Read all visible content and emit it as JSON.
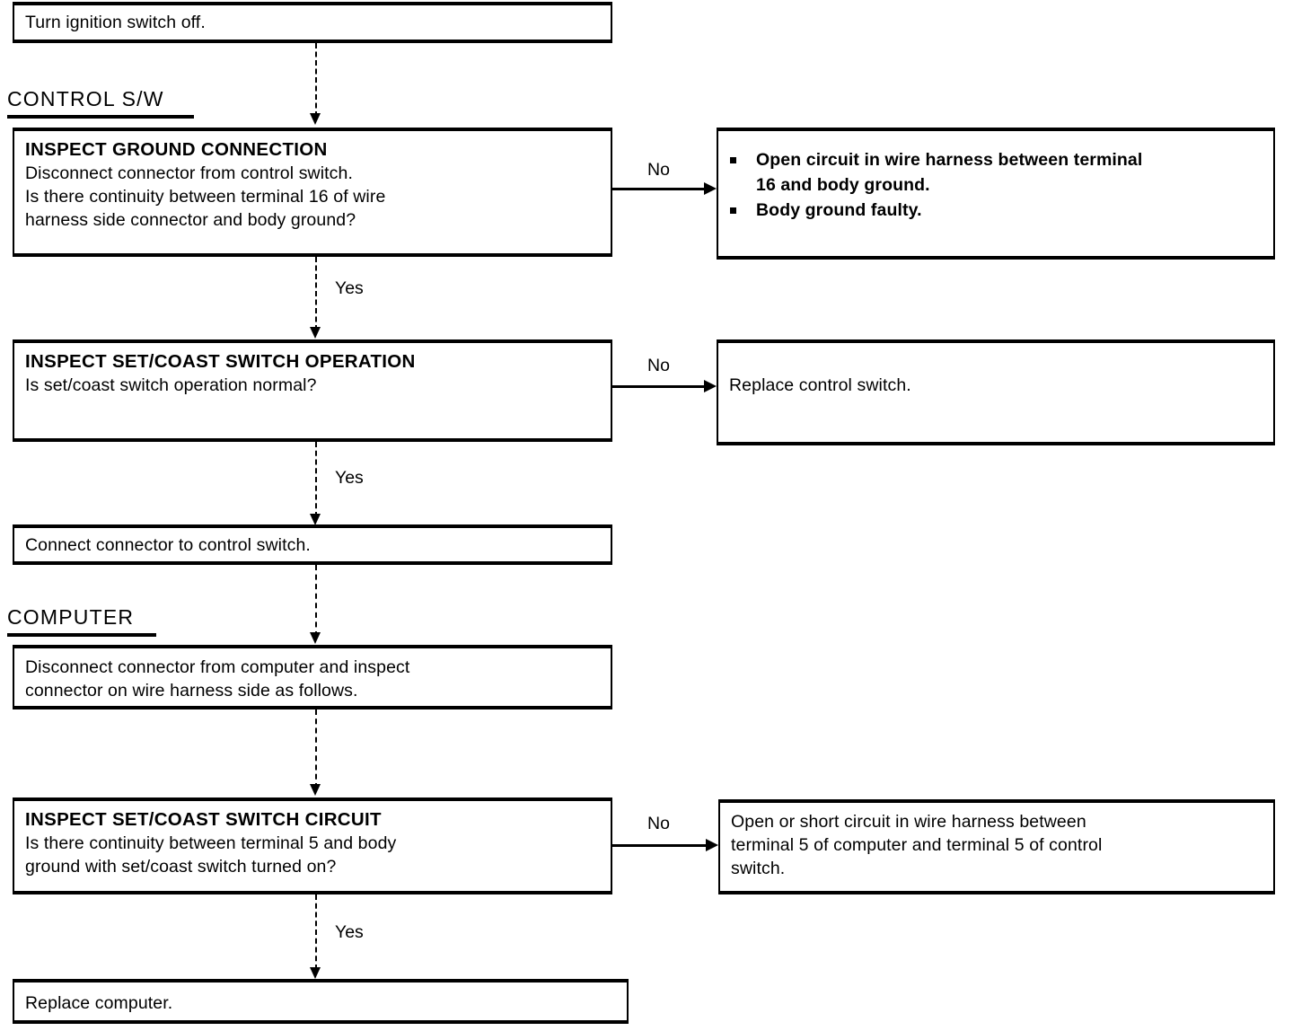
{
  "diagram": {
    "type": "troubleshooting-flowchart",
    "sections": [
      {
        "id": "control-sw",
        "label": "CONTROL S/W"
      },
      {
        "id": "computer",
        "label": "COMPUTER"
      }
    ],
    "edge_labels": {
      "yes": "Yes",
      "no": "No"
    },
    "nodes": {
      "start": {
        "kind": "action",
        "lines": [
          "Turn ignition switch off."
        ]
      },
      "inspect_ground": {
        "kind": "decision",
        "title": "INSPECT GROUND CONNECTION",
        "lines": [
          "Disconnect connector from control switch.",
          "Is there continuity between terminal 16 of wire",
          "harness side connector and body ground?"
        ]
      },
      "ground_fault": {
        "kind": "result",
        "bullets": [
          [
            "Open circuit in wire harness between terminal",
            "16 and body ground."
          ],
          [
            "Body ground faulty."
          ]
        ]
      },
      "inspect_setcoast_operation": {
        "kind": "decision",
        "title": "INSPECT SET/COAST SWITCH OPERATION",
        "lines": [
          "Is set/coast switch operation normal?"
        ]
      },
      "replace_control_switch": {
        "kind": "result",
        "lines": [
          "Replace control switch."
        ]
      },
      "connect_connector": {
        "kind": "action",
        "lines": [
          "Connect connector to control switch."
        ]
      },
      "disconnect_computer": {
        "kind": "action",
        "lines": [
          "Disconnect connector from computer and inspect",
          "connector on wire harness side as follows."
        ]
      },
      "inspect_setcoast_circuit": {
        "kind": "decision",
        "title": "INSPECT SET/COAST SWITCH CIRCUIT",
        "lines": [
          "Is there continuity between terminal 5 and body",
          "ground with set/coast switch turned on?"
        ]
      },
      "circuit_fault": {
        "kind": "result",
        "lines": [
          "Open or short circuit in wire harness between",
          "terminal 5 of computer and terminal 5 of control",
          "switch."
        ]
      },
      "replace_computer": {
        "kind": "result",
        "lines": [
          "Replace computer."
        ]
      }
    }
  }
}
